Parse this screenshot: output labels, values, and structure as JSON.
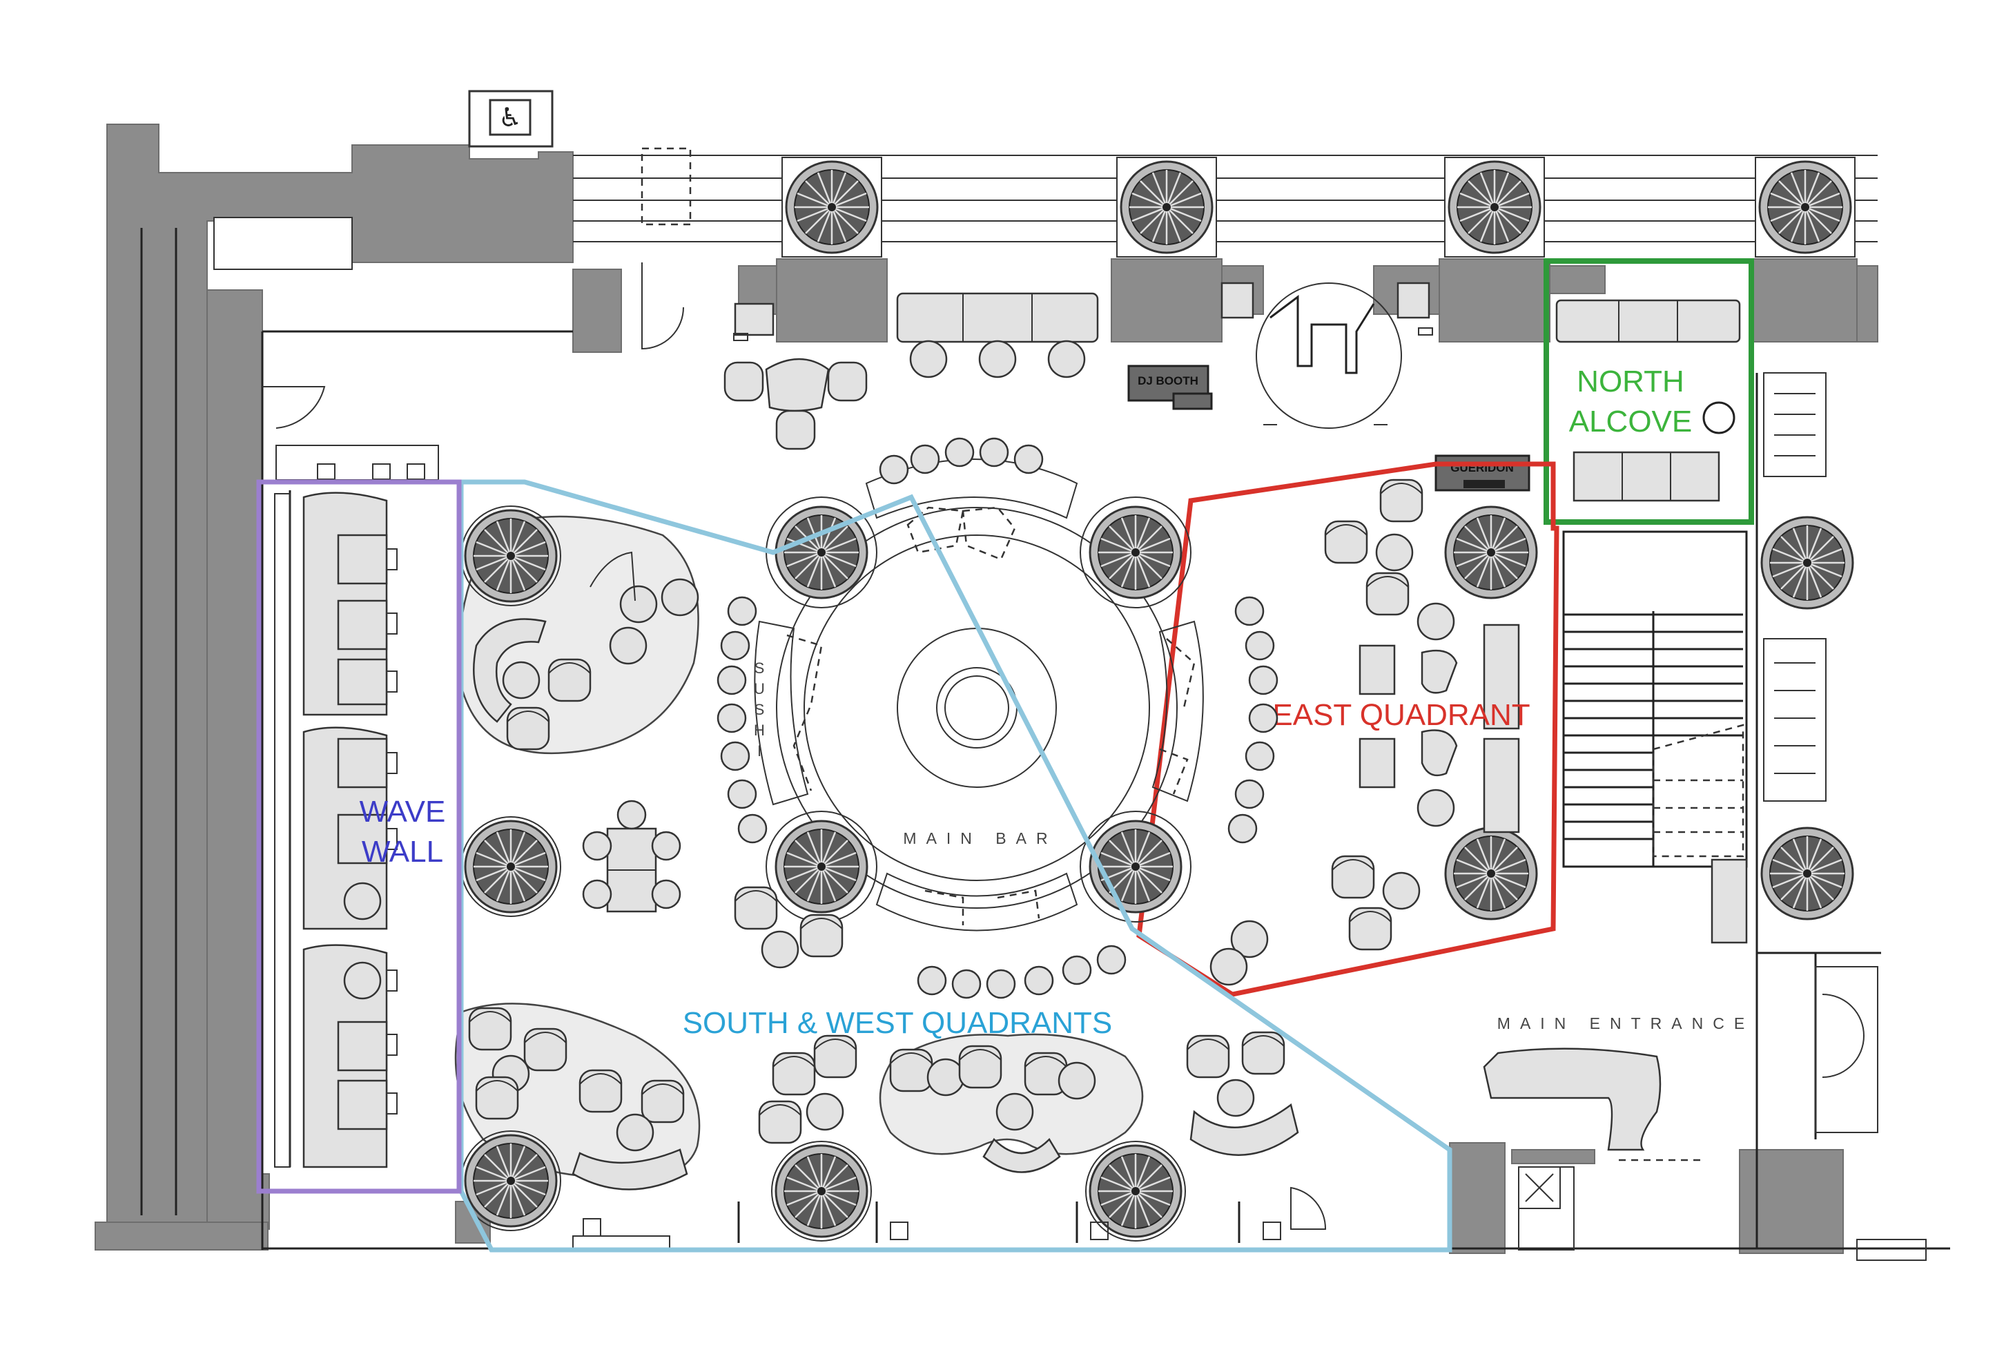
{
  "zones": {
    "wave_wall": {
      "lines": [
        "WAVE",
        "WALL"
      ],
      "color": "#9b7fcf",
      "text_color": "#3c3cc8"
    },
    "south_west": {
      "label": "SOUTH & WEST QUADRANTS",
      "color": "#8ec6dd",
      "text_color": "#2aa2d6"
    },
    "east": {
      "label": "EAST QUADRANT",
      "color": "#d8322a",
      "text_color": "#d8322a"
    },
    "north_alcove": {
      "lines": [
        "NORTH",
        "ALCOVE"
      ],
      "color": "#2e9a3a",
      "text_color": "#3cb43c"
    }
  },
  "labels": {
    "main_bar": "MAIN BAR",
    "sushi": [
      "S",
      "U",
      "S",
      "H",
      "I"
    ],
    "main_entrance": "MAIN ENTRANCE",
    "dj_booth": "DJ BOOTH",
    "gueridon": "GUERIDON"
  },
  "icons": {
    "accessible": "wheelchair-icon",
    "tree": "potted-palm-icon"
  },
  "colors": {
    "wall": "#8c8c8c",
    "furniture": "#e2e2e2",
    "ink": "#222222"
  }
}
